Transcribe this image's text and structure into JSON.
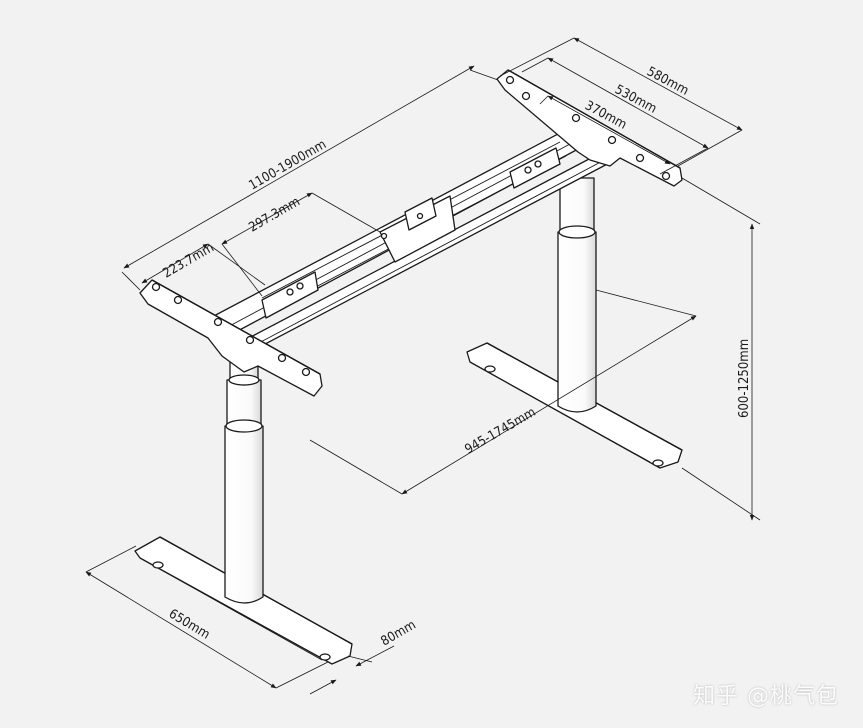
{
  "dimensions": {
    "length": "1100-1900mm",
    "beam_offset": "297.3mm",
    "motor_offset": "223.7mm",
    "top_bracket_outer": "580mm",
    "top_bracket_mid": "530mm",
    "top_bracket_inner": "370mm",
    "height": "600-1250mm",
    "foot_span": "945-1745mm",
    "foot_length": "650mm",
    "foot_width": "80mm"
  },
  "watermark": "知乎 @桃气包",
  "colors": {
    "background": "#f2f2f2",
    "line": "#1a1a1a",
    "frame_fill": "#ffffff"
  }
}
